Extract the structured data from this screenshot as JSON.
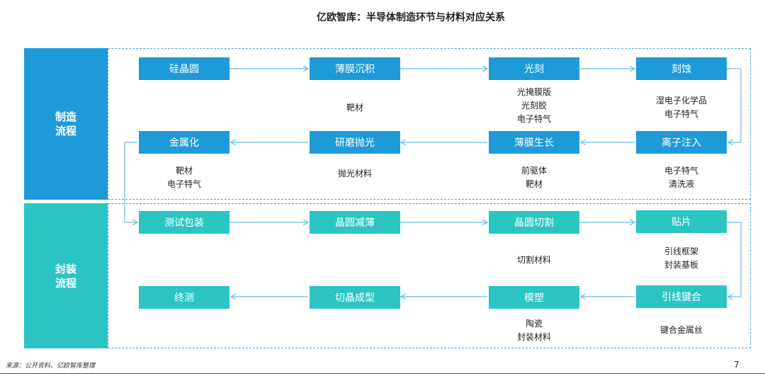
{
  "title": "亿欧智库：半导体制造环节与材料对应关系",
  "sections": {
    "manufacturing": [
      "制造",
      "流程"
    ],
    "packaging": [
      "封装",
      "流程"
    ]
  },
  "colors": {
    "blue": "#1f9ad8",
    "teal": "#2bc5c3",
    "dash": "#4aa9d6",
    "arrow": "#6dbbe3"
  },
  "steps": {
    "silicon_wafer": "硅晶圆",
    "thin_film_deposition": "薄膜沉积",
    "lithography": "光刻",
    "etching": "刻蚀",
    "metallization": "金属化",
    "cmp": "研磨抛光",
    "film_growth": "薄膜生长",
    "ion_implant": "离子注入",
    "test_packaging": "测试包装",
    "wafer_thinning": "晶圆减薄",
    "wafer_dicing": "晶圆切割",
    "die_attach": "贴片",
    "final_test": "终测",
    "trim_form": "切晶成型",
    "molding": "模塑",
    "wire_bonding": "引线键合"
  },
  "materials": {
    "thin_film_deposition": [
      "靶材"
    ],
    "lithography": [
      "光掩膜版",
      "光刻胶",
      "电子特气"
    ],
    "etching": [
      "湿电子化学品",
      "电子特气"
    ],
    "metallization": [
      "靶材",
      "电子特气"
    ],
    "cmp": [
      "抛光材料"
    ],
    "film_growth": [
      "前驱体",
      "靶材"
    ],
    "ion_implant": [
      "电子特气",
      "清洗液"
    ],
    "wafer_dicing": [
      "切割材料"
    ],
    "die_attach": [
      "引线框架",
      "封装基板"
    ],
    "molding": [
      "陶瓷",
      "封装材料"
    ],
    "wire_bonding": [
      "键合金属丝"
    ]
  },
  "source": "来源：公开资料、亿欧智库整理",
  "page_number": "7"
}
